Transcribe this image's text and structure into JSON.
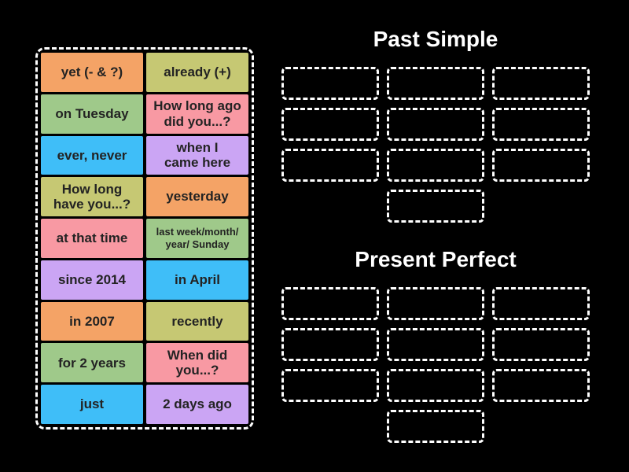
{
  "canvas": {
    "background": "#000000"
  },
  "card_pool": {
    "cards": [
      {
        "label": "yet (- & ?)",
        "color": "#F4A366"
      },
      {
        "label": "already (+)",
        "color": "#C6C873"
      },
      {
        "label": "on Tuesday",
        "color": "#9FC98A"
      },
      {
        "label": "How long ago\ndid you...?",
        "color": "#F899A3"
      },
      {
        "label": "ever, never",
        "color": "#3FBEF8"
      },
      {
        "label": "when I\ncame here",
        "color": "#CBA5F4"
      },
      {
        "label": "How long\nhave you...?",
        "color": "#C6C873"
      },
      {
        "label": "yesterday",
        "color": "#F4A366"
      },
      {
        "label": "at that time",
        "color": "#F899A3"
      },
      {
        "label": "last week/month/\nyear/ Sunday",
        "color": "#9FC98A"
      },
      {
        "label": "since 2014",
        "color": "#CBA5F4"
      },
      {
        "label": "in April",
        "color": "#3FBEF8"
      },
      {
        "label": "in 2007",
        "color": "#F4A366"
      },
      {
        "label": "recently",
        "color": "#C6C873"
      },
      {
        "label": "for 2 years",
        "color": "#9FC98A"
      },
      {
        "label": "When did\nyou...?",
        "color": "#F899A3"
      },
      {
        "label": "just",
        "color": "#3FBEF8"
      },
      {
        "label": "2 days ago",
        "color": "#CBA5F4"
      }
    ]
  },
  "groups": [
    {
      "title": "Past Simple",
      "slot_count": 10
    },
    {
      "title": "Present Perfect",
      "slot_count": 10
    }
  ],
  "styles": {
    "slot_border_color": "#FFFFFF",
    "pool_border_color": "#FFFFFF",
    "card_text_color": "#232323",
    "title_color": "#FFFFFF"
  }
}
